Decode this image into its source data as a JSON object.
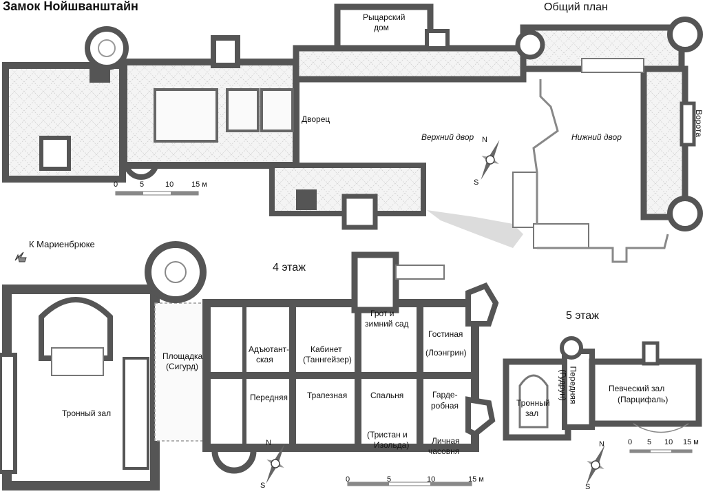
{
  "title": "Замок Нойшванштайн",
  "overview": {
    "heading": "Общий план",
    "palace": "Дворец",
    "knights_house_1": "Рыцарский",
    "knights_house_2": "дом",
    "upper_courtyard": "Верхний двор",
    "lower_courtyard": "Нижний двор",
    "gate": "Ворота",
    "scale": [
      "0",
      "5",
      "10",
      "15 м"
    ]
  },
  "marienbrucke": "К Мариенбрюке",
  "floor4": {
    "heading": "4 этаж",
    "throne_hall": "Тронный зал",
    "landing_1": "Площадка",
    "landing_2": "(Сигурд)",
    "adjutant_1": "Адъютант-",
    "adjutant_2": "ская",
    "cabinet_1": "Кабинет",
    "cabinet_2": "(Таннгейзер)",
    "grotto_1": "Грот и",
    "grotto_2": "зимний сад",
    "living_1": "Гостиная",
    "living_2": "(Лоэнгрин)",
    "anteroom": "Передняя",
    "dining": "Трапезная",
    "bedroom": "Спальня",
    "wardrobe_1": "Гарде-",
    "wardrobe_2": "робная",
    "tristan_1": "(Тристан и",
    "tristan_2": "Изольда)",
    "chapel_1": "Личная",
    "chapel_2": "часовня",
    "scale": [
      "0",
      "5",
      "10",
      "15 м"
    ]
  },
  "floor5": {
    "heading": "5 этаж",
    "throne_1": "Тронный",
    "throne_2": "зал",
    "anteroom_1": "Передняя",
    "anteroom_2": "(Гудрун)",
    "singers_1": "Певческий зал",
    "singers_2": "(Парцифаль)",
    "scale": [
      "0",
      "5",
      "10",
      "15 м"
    ]
  },
  "compass": {
    "n": "N",
    "s": "S"
  },
  "colors": {
    "wall": "#555555",
    "wall_dark": "#4a4a4a",
    "fill": "#f2f2f2",
    "line": "#9a9a9a",
    "rock": "#d9d9d9"
  }
}
